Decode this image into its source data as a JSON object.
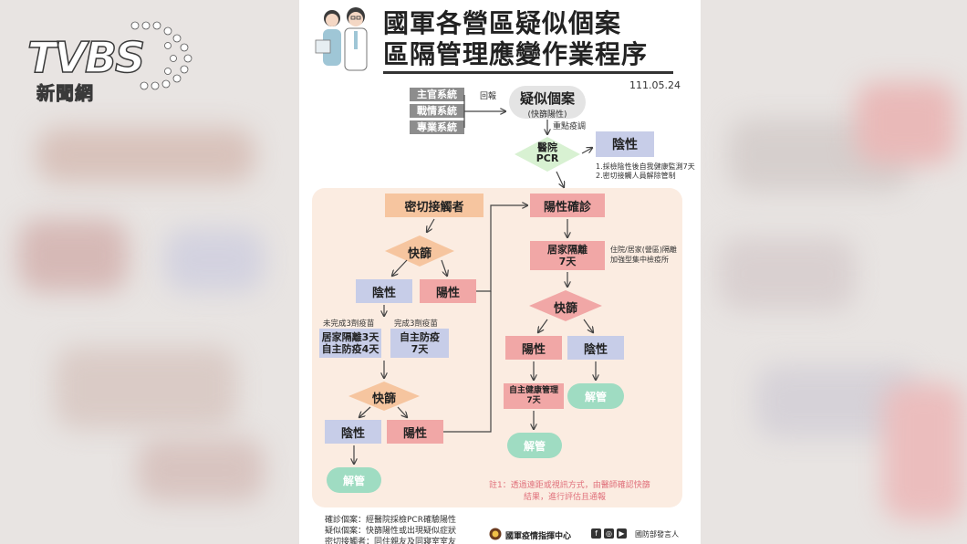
{
  "logo": {
    "main": "TVBS",
    "sub": "新聞網"
  },
  "poster": {
    "title_line1": "國軍各營區疑似個案",
    "title_line2": "區隔管理應變作業程序",
    "date": "111.05.24",
    "systems": [
      "主官系統",
      "戰情系統",
      "專業系統"
    ],
    "report_label": "回報",
    "suspect": {
      "title": "疑似個案",
      "sub": "(快篩陽性)"
    },
    "key_investigation": "重點疫調",
    "hospital_pcr": {
      "line1": "醫院",
      "line2": "PCR"
    },
    "negative_top": "陰性",
    "negative_notes": [
      "1.採檢陰性後自我健康監測7天",
      "2.密切接觸人員解除管制"
    ],
    "close_contact": "密切接觸者",
    "rapid_test": "快篩",
    "negative": "陰性",
    "positive": "陽性",
    "not_complete": "未完成3劑疫苗",
    "complete": "完成3劑疫苗",
    "quarantine_3_line1": "居家隔離3天",
    "quarantine_3_line2": "自主防疫4天",
    "self_prevention_line1": "自主防疫",
    "self_prevention_line2": "7天",
    "release": "解管",
    "confirmed": "陽性確診",
    "home_isolation_line1": "居家隔離",
    "home_isolation_line2": "7天",
    "hospital_note_line1": "住院/居家(營區)隔離",
    "hospital_note_line2": "加強型集中檢疫所",
    "self_health_line1": "自主健康管理",
    "self_health_line2": "7天",
    "note_line1": "註1：透過遠距或視訊方式，由醫師確認快篩",
    "note_line2": "結果，進行評估且通報",
    "legend": [
      "確診個案：經醫院採檢PCR確驗陽性",
      "疑似個案：快篩陽性或出現疑似症狀",
      "密切接觸者：同住親友及同寢室室友"
    ],
    "footer_org": "國軍疫情指揮中心",
    "footer_social": [
      "f",
      "◎",
      "▶"
    ],
    "footer_spokesperson": "國防部發言人"
  },
  "colors": {
    "blue": "#c7cde8",
    "pink": "#f1a7a6",
    "orange": "#f6c59f",
    "green": "#9fdcc2",
    "diamond": "#d8f1d2"
  }
}
